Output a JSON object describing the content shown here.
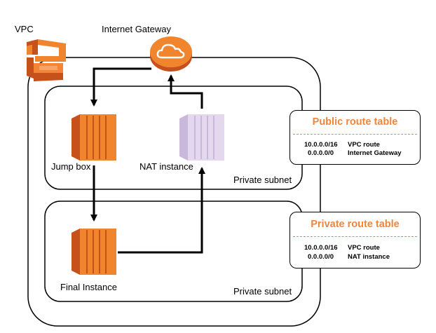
{
  "labels": {
    "vpc": "VPC",
    "internet_gateway": "Internet Gateway",
    "jump_box": "Jump box",
    "nat_instance": "NAT instance",
    "final_instance": "Final Instance",
    "subnet_top": "Private subnet",
    "subnet_bottom": "Private subnet"
  },
  "public_route_table": {
    "title": "Public route table",
    "routes": [
      {
        "cidr": "10.0.0.0/16",
        "target": "VPC route"
      },
      {
        "cidr": "0.0.0.0/0",
        "target": "Internet Gateway"
      }
    ]
  },
  "private_route_table": {
    "title": "Private route table",
    "routes": [
      {
        "cidr": "10.0.0.0/16",
        "target": "VPC route"
      },
      {
        "cidr": "0.0.0.0/0",
        "target": "NAT instance"
      }
    ]
  },
  "colors": {
    "accent": "#F58536",
    "icon_orange": "#F0852E",
    "icon_orange_dark": "#C7511B",
    "nat_lavender": "#E3D8EE",
    "nat_lavender_dark": "#C9B8DA"
  }
}
